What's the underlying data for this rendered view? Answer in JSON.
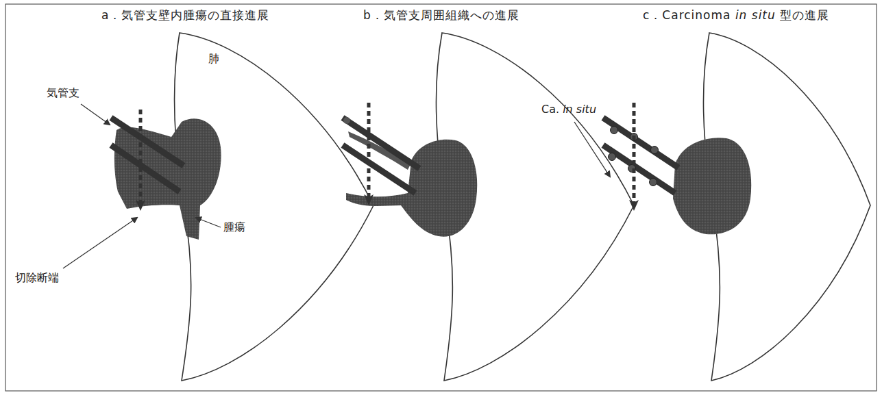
{
  "diagram": {
    "labels": [
      "a．気管支壁内腫瘍の直接進展",
      "b．気管支周囲組織への進展",
      "c．Carcinoma in situ 型の進展",
      "気管支",
      "肺",
      "腫瘍",
      "切除断端",
      "Ca. in situ"
    ]
  }
}
